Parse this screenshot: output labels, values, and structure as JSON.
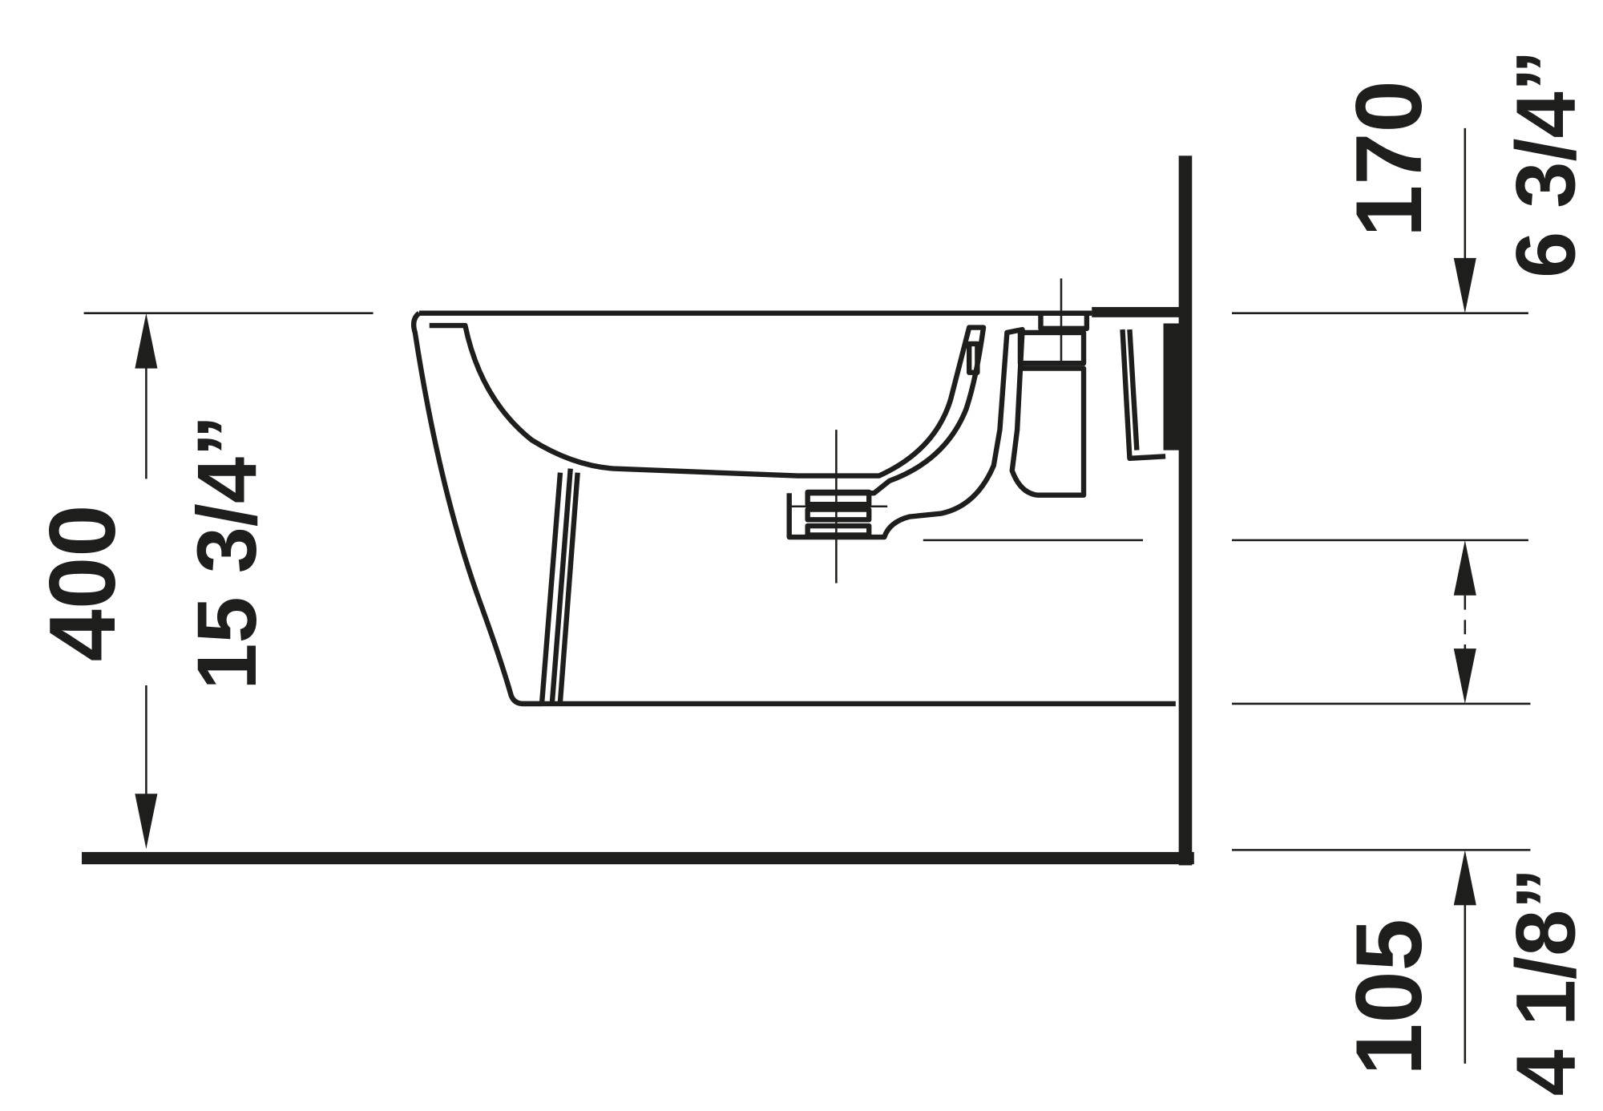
{
  "drawing": {
    "title": "Wall-mounted bidet side view",
    "dimensions": {
      "height": {
        "mm": "400",
        "inch": "15 3/4”"
      },
      "top_offset": {
        "mm": "170",
        "inch": "6 3/4”"
      },
      "bottom_offset": {
        "mm": "105",
        "inch": "4 1/8”"
      }
    },
    "colors": {
      "ink": "#1e1e1c",
      "background": "#ffffff"
    }
  }
}
